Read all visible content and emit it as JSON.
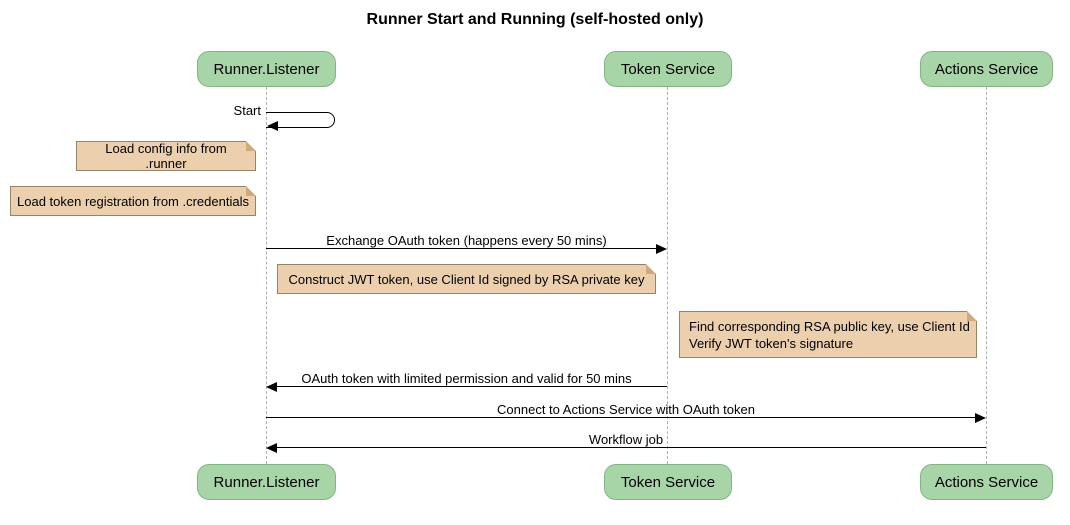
{
  "title": "Runner Start and Running (self-hosted only)",
  "diagram_type": "sequence",
  "colors": {
    "actor_fill": "#a8d5a8",
    "actor_border": "#84b384",
    "note_fill": "#ecd0ae",
    "note_border": "#94846a",
    "lifeline": "#b0b0b0",
    "arrow": "#000000",
    "background": "#ffffff"
  },
  "participants": [
    {
      "name": "Runner.Listener"
    },
    {
      "name": "Token Service"
    },
    {
      "name": "Actions Service"
    }
  ],
  "messages": [
    {
      "label": "Start",
      "from": "Runner.Listener",
      "to": "Runner.Listener",
      "type": "self"
    },
    {
      "label": "Exchange OAuth token (happens every 50 mins)",
      "from": "Runner.Listener",
      "to": "Token Service",
      "type": "solid"
    },
    {
      "label": "OAuth token with limited permission and valid for 50 mins",
      "from": "Token Service",
      "to": "Runner.Listener",
      "type": "solid"
    },
    {
      "label": "Connect to Actions Service with OAuth token",
      "from": "Runner.Listener",
      "to": "Actions Service",
      "type": "solid"
    },
    {
      "label": "Workflow job",
      "from": "Actions Service",
      "to": "Runner.Listener",
      "type": "solid"
    }
  ],
  "notes": [
    {
      "text": "Load config info from .runner",
      "position": "left of Runner.Listener"
    },
    {
      "text": "Load token registration from .credentials",
      "position": "left of Runner.Listener"
    },
    {
      "text": "Construct JWT token, use Client Id signed by RSA private key",
      "position": "right of Runner.Listener"
    },
    {
      "text": "Find corresponding RSA public key, use Client Id\nVerify JWT token's signature",
      "position": "left of Actions Service"
    }
  ]
}
